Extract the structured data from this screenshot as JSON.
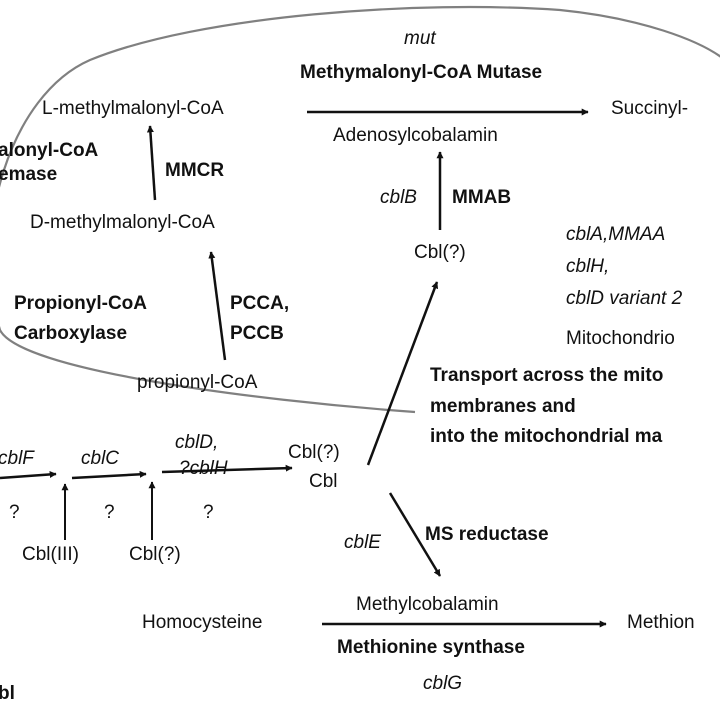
{
  "colors": {
    "ink": "#111111",
    "membrane": "#808080",
    "background": "#ffffff"
  },
  "labels": {
    "mut": "mut",
    "mcm": "Methymalonyl-CoA Mutase",
    "l_mmcoa": "L-methylmalonyl-CoA",
    "succinyl": "Succinyl-",
    "adenosyl": "Adenosylcobalamin",
    "epim_1": "alonyl-CoA",
    "epim_2": "emase",
    "mmcr": "MMCR",
    "cblb": "cblB",
    "mmab": "MMAB",
    "d_mmcoa": "D-methylmalonyl-CoA",
    "cbl_q_mito": "Cbl(?)",
    "cbla_mmaa": "cblA,MMAA",
    "cblh": "cblH,",
    "cbld_variant": "cblD variant 2",
    "propionyl_carbox_1": "Propionyl-CoA",
    "propionyl_carbox_2": "Carboxylase",
    "pcca": "PCCA,",
    "pccb": "PCCB",
    "mitochondrion": "Mitochondrio",
    "propionyl_coa": "propionyl-CoA",
    "transport_1": "Transport across the mito",
    "transport_2": "membranes and",
    "transport_3": "into the mitochondrial ma",
    "cblf": "cblF",
    "cblc": "cblC",
    "cbld": "cblD,",
    "cblh_q": "?cblH",
    "cbl_q_cyto": "Cbl(?)",
    "cbl": "Cbl",
    "q1": "?",
    "q2": "?",
    "q3": "?",
    "cbl_iii": "Cbl(III)",
    "cbl_q_bottom": "Cbl(?)",
    "cble": "cblE",
    "ms_reductase": "MS reductase",
    "methylcobalamin": "Methylcobalamin",
    "homocysteine": "Homocysteine",
    "methionine": "Methion",
    "methionine_synthase": "Methionine synthase",
    "cblg": "cblG",
    "corner": "bl"
  }
}
